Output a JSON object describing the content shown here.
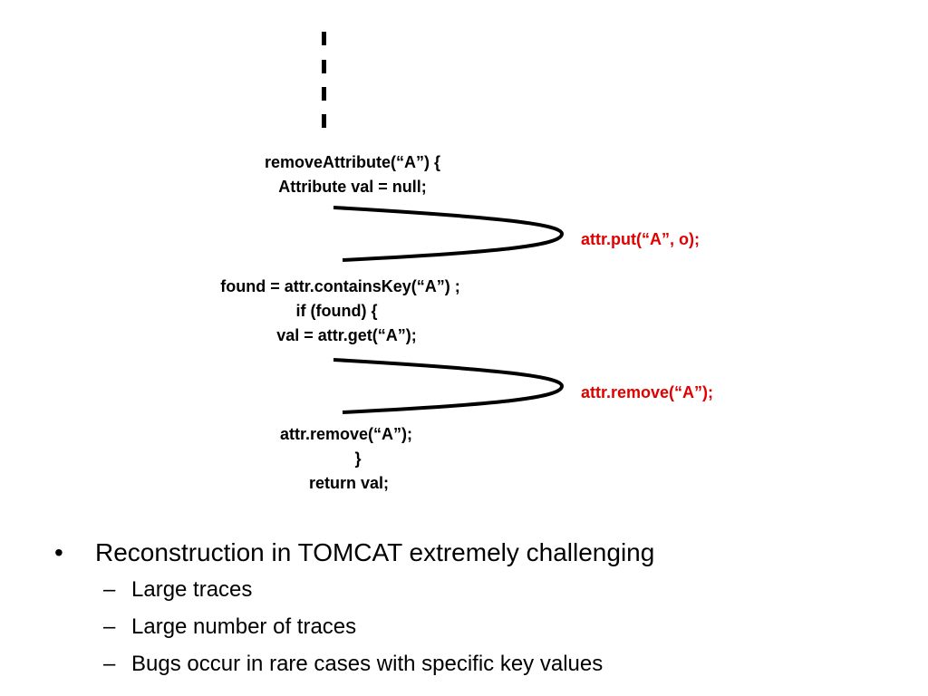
{
  "diagram": {
    "code_blocks": [
      {
        "id": "block-remove-attribute",
        "lines": [
          "removeAttribute(“A”)  {",
          "Attribute val = null;"
        ]
      },
      {
        "id": "block-contains-key",
        "lines": [
          "found = attr.containsKey(“A”) ;",
          "if (found) {",
          "val = attr.get(“A”);"
        ]
      },
      {
        "id": "block-remove-return",
        "lines": [
          "attr.remove(“A”);",
          "}",
          "return val;"
        ]
      }
    ],
    "interleaved_ops": [
      "attr.put(“A”, o);",
      "attr.remove(“A”);"
    ],
    "colors": {
      "thread_a": "#000000",
      "thread_b": "#e00000"
    }
  },
  "bullets": {
    "main": "Reconstruction in TOMCAT extremely challenging",
    "main_marker": "•",
    "sub_marker": "–",
    "sub": [
      "Large traces",
      "Large number of traces",
      "Bugs occur in rare cases with specific key values"
    ]
  }
}
